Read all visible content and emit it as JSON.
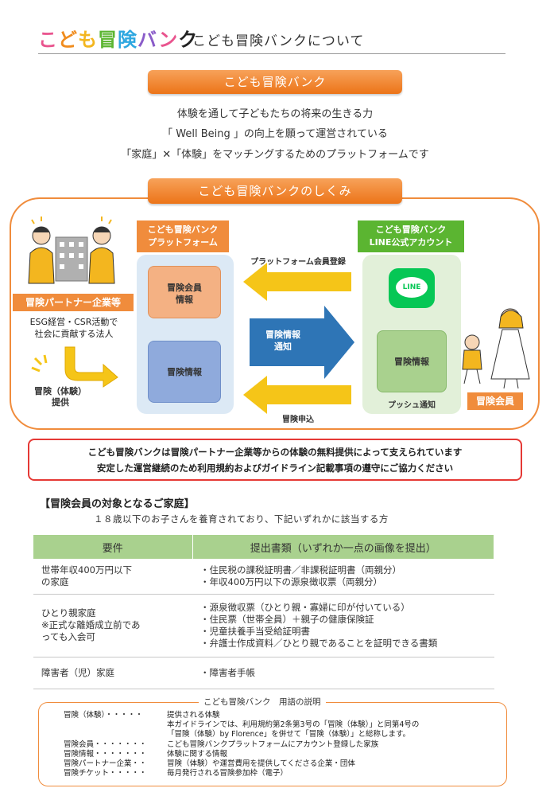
{
  "header": {
    "logo_chars": [
      "こ",
      "ど",
      "も",
      "冒",
      "険",
      "バ",
      "ン",
      "ク"
    ],
    "logo_text": "こども冒険バンク",
    "title": "こども冒険バンクについて"
  },
  "intro": {
    "pill": "こども冒険バンク",
    "line1": "体験を通して子どもたちの将来の生きる力",
    "line2": "「 Well Being 」の向上を願って運営されている",
    "line3": "「家庭」✕「体験」をマッチングするためのプラットフォームです"
  },
  "mechanism": {
    "pill": "こども冒険バンクのしくみ",
    "partner_tag": "冒険パートナー企業等",
    "partner_desc_1": "ESG経営・CSR活動で",
    "partner_desc_2": "社会に貢献する法人",
    "provide_1": "冒険（体験）",
    "provide_2": "提供",
    "platform_head_1": "こども冒険バンク",
    "platform_head_2": "プラットフォーム",
    "member_info_1": "冒険会員",
    "member_info_2": "情報",
    "adventure_info": "冒険情報",
    "line_head_1": "こども冒険バンク",
    "line_head_2": "LINE公式アカウント",
    "line_logo": "LINE",
    "line_adventure_info": "冒険情報",
    "push_notice": "プッシュ通知",
    "register_label": "プラットフォーム会員登録",
    "notify_1": "冒険情報",
    "notify_2": "通知",
    "apply_label": "冒険申込",
    "member_tag": "冒険会員"
  },
  "notice": {
    "line1": "こども冒険バンクは冒険パートナー企業等からの体験の無料提供によって支えられています",
    "line2": "安定した運営継続のため利用規約およびガイドライン記載事項の遵守にご協力ください"
  },
  "eligibility": {
    "title": "【冒険会員の対象となるご家庭】",
    "subtitle": "１８歳以下のお子さんを養育されており、下記いずれかに該当する方",
    "headers": [
      "要件",
      "提出書類（いずれか一点の画像を提出）"
    ],
    "rows": [
      {
        "req": [
          "世帯年収400万円以下",
          "の家庭"
        ],
        "docs": [
          "・住民税の課税証明書／非課税証明書（両親分）",
          "・年収400万円以下の源泉徴収票（両親分）"
        ]
      },
      {
        "req": [
          "ひとり親家庭",
          "※正式な離婚成立前であ",
          "っても入会可"
        ],
        "docs": [
          "・源泉徴収票（ひとり親・寡婦に印が付いている）",
          "・住民票（世帯全員）＋親子の健康保険証",
          "・児童扶養手当受給証明書",
          "・弁護士作成資料／ひとり親であることを証明できる書類"
        ]
      },
      {
        "req": [
          "障害者（児）家庭"
        ],
        "docs": [
          "・障害者手帳"
        ]
      }
    ]
  },
  "glossary": {
    "title": "こども冒険バンク　用語の説明",
    "rows": [
      {
        "term": "冒険（体験）・・・・・",
        "desc": "提供される体験"
      },
      {
        "term": "",
        "desc": "本ガイドラインでは、利用規約第2条第3号の「冒険（体験）」と同第4号の"
      },
      {
        "term": "",
        "desc": "「冒険（体験）by Florence」を併せて「冒険（体験）」と総称します。"
      },
      {
        "term": "冒険会員・・・・・・・",
        "desc": "こども冒険バンクプラットフォームにアカウント登録した家族"
      },
      {
        "term": "冒険情報・・・・・・・",
        "desc": "体験に関する情報"
      },
      {
        "term": "冒険パートナー企業・・",
        "desc": "冒険（体験）や運営費用を提供してくださる企業・団体"
      },
      {
        "term": "冒険チケット・・・・・",
        "desc": "毎月発行される冒険参加枠（電子）"
      }
    ]
  },
  "colors": {
    "orange": "#f08c3c",
    "platform_blue": "#dce9f5",
    "line_green": "#06c755",
    "table_header_green": "#a9d18e",
    "notice_red": "#e53935"
  }
}
